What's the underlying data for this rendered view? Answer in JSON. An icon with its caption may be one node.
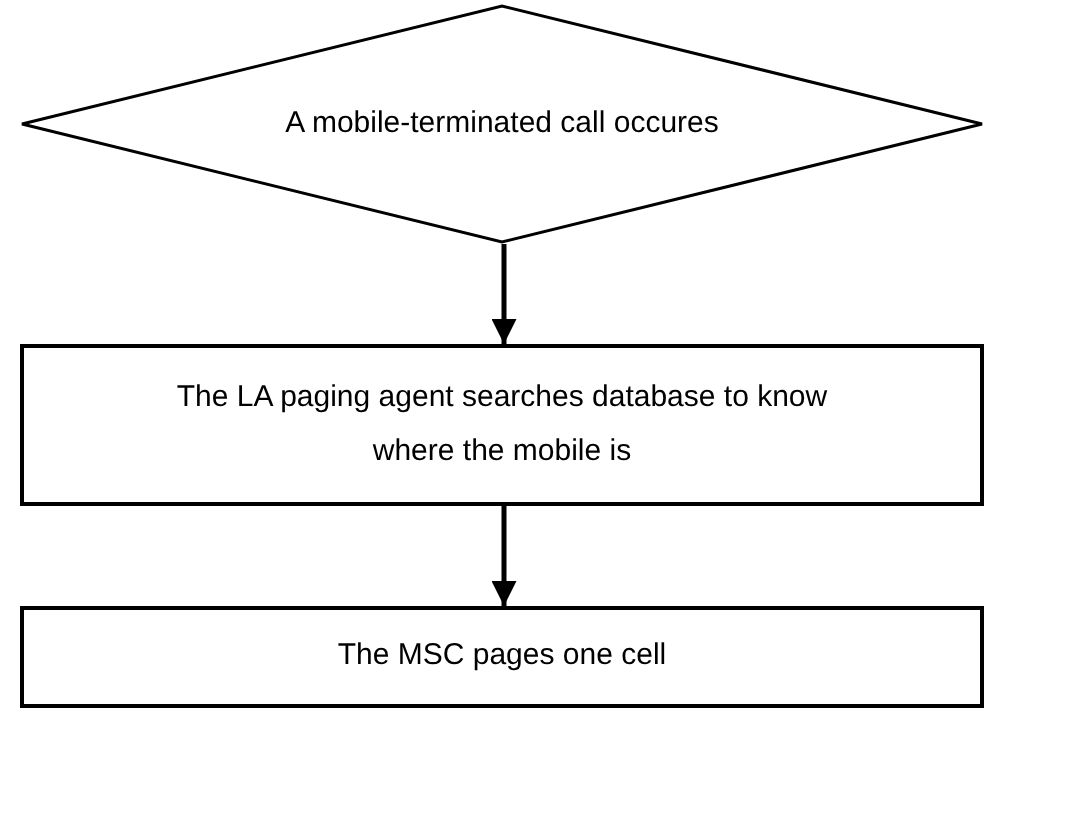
{
  "diagram": {
    "nodes": [
      {
        "text": [
          "A mobile-terminated call occures"
        ]
      },
      {
        "text": [
          "The LA paging agent searches database to know where the mobile is"
        ]
      },
      {
        "text": [
          "The MSC pages one cell"
        ]
      }
    ],
    "edges": [
      {
        "from": 0,
        "to": 1,
        "arrow": "to"
      },
      {
        "from": 1,
        "to": 2,
        "arrow": "to"
      }
    ]
  }
}
